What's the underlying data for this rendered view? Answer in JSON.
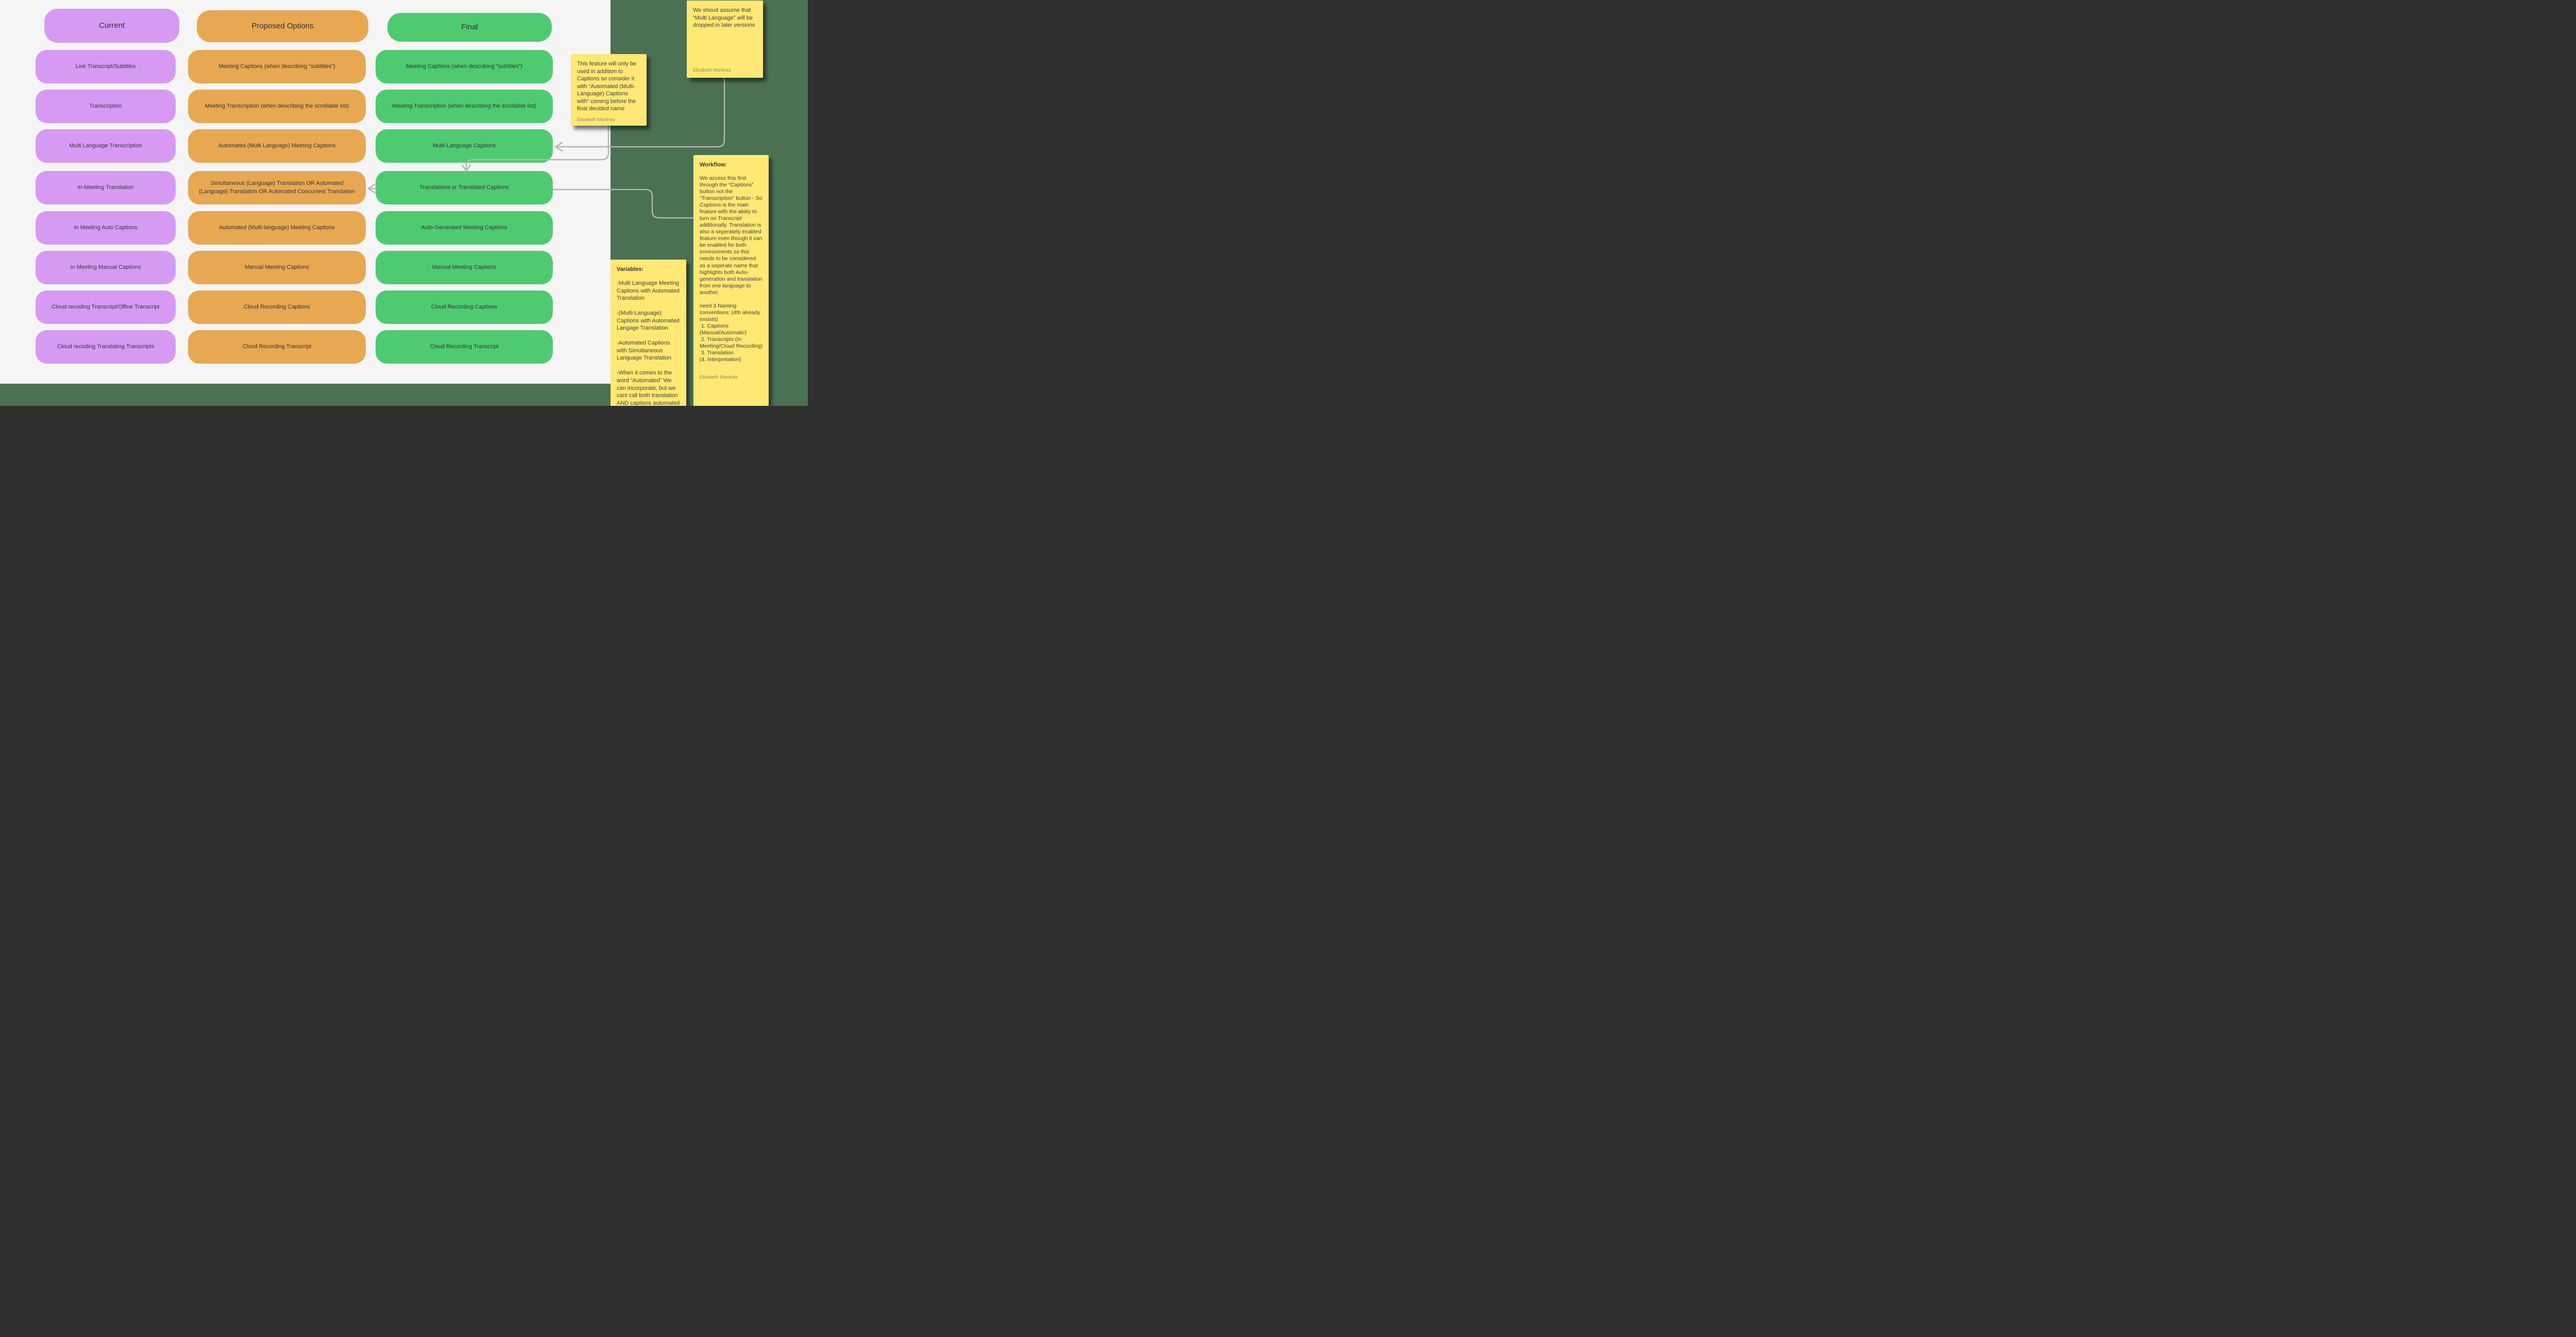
{
  "board": {
    "background_color": "#4a7152",
    "frame_color": "#f5f5f6",
    "connector_color": "#b4b4b4"
  },
  "columns": [
    {
      "id": "current",
      "header": "Current",
      "color": "#d69af3",
      "items": [
        "Live Transcript/Subtitles",
        "Transcription",
        "Multi Language Transcription",
        "In-Meeting Translation",
        "In Meeting Auto Captions",
        "In Meeting Manual Captions",
        "Cloud recoding Transcript/Offine Transcript",
        "Cloud recoding Translating Transcripts"
      ]
    },
    {
      "id": "proposed-options",
      "header": "Proposed Options",
      "color": "#e7a851",
      "items": [
        "Meeting Captions (when describing “subtitles”)",
        "Meeting Transcription (when describing the scrollable list)",
        "Automated (Multi Language) Meeting Captions",
        "Simultaneous (Language) Translation OR Automated (Language) Translation OR Automated Concurrent Translation",
        "Automated (Multi-language) Meeting Captions",
        "Manual Meeting Captions",
        "Cloud Recording Captions",
        "Cloud Recording Transcript"
      ]
    },
    {
      "id": "final",
      "header": "Final",
      "color": "#4ecb70",
      "items": [
        "Meeting Captions (when describing “subtitles”)",
        "Meeting Transcription (when describing the scrollable list)",
        "Multi-Language Captions",
        "Translations or Translated Captions",
        "Auto-Generated Meeting Captions",
        "Manual Meeting Captions",
        "Cloud Recording Captions",
        "Cloud Recording Transcript"
      ]
    }
  ],
  "sticky_notes": [
    {
      "id": "multilanguage-dropped",
      "color": "#ffe873",
      "text": "We shoud assume that “Multi Language” will be dropped in later versions",
      "author": "Elizabeth Martinez"
    },
    {
      "id": "feature-addition",
      "color": "#ffe873",
      "text": "This feature will only be used in addition to Captions so consider it with “Automated (Multi-Language) Captions with” coming before the final decided name",
      "author": "Elizabeth Martinez"
    },
    {
      "id": "workflow",
      "color": "#ffe873",
      "title": "Workflow:",
      "text": "We access this first through the “Captions” button not the “Transcription” button - So Captions is the main feature with the abiity to turn on Transcript additionally. Translation is also a seperately enabled feature even though it can be enabled for both environments so this needs to be considered as a seperate name that highlights both Auto-generation and translation from one language to another.\n\nneed 3 Naming conventions: (4th already exsists)\n 1. Captions (Manual/Automatic)\n 2. Transcripts (In Meeting/Cloud Recording)\n 3. Translation\n(4. Interpretation)",
      "author": "Elizabeth Martinez"
    },
    {
      "id": "variables",
      "color": "#ffe873",
      "title": "Variables:",
      "text": "-Multi Language Meeting Captions with Automated Translation\n\n-(Multi-Language) Captions with Automated Langage Translation\n\n-Automated Captions with Simultaneous Language Translation\n\n-When it comes to the word “Automated” We can incorporate, but we cant call both translation AND captions automated"
    }
  ]
}
